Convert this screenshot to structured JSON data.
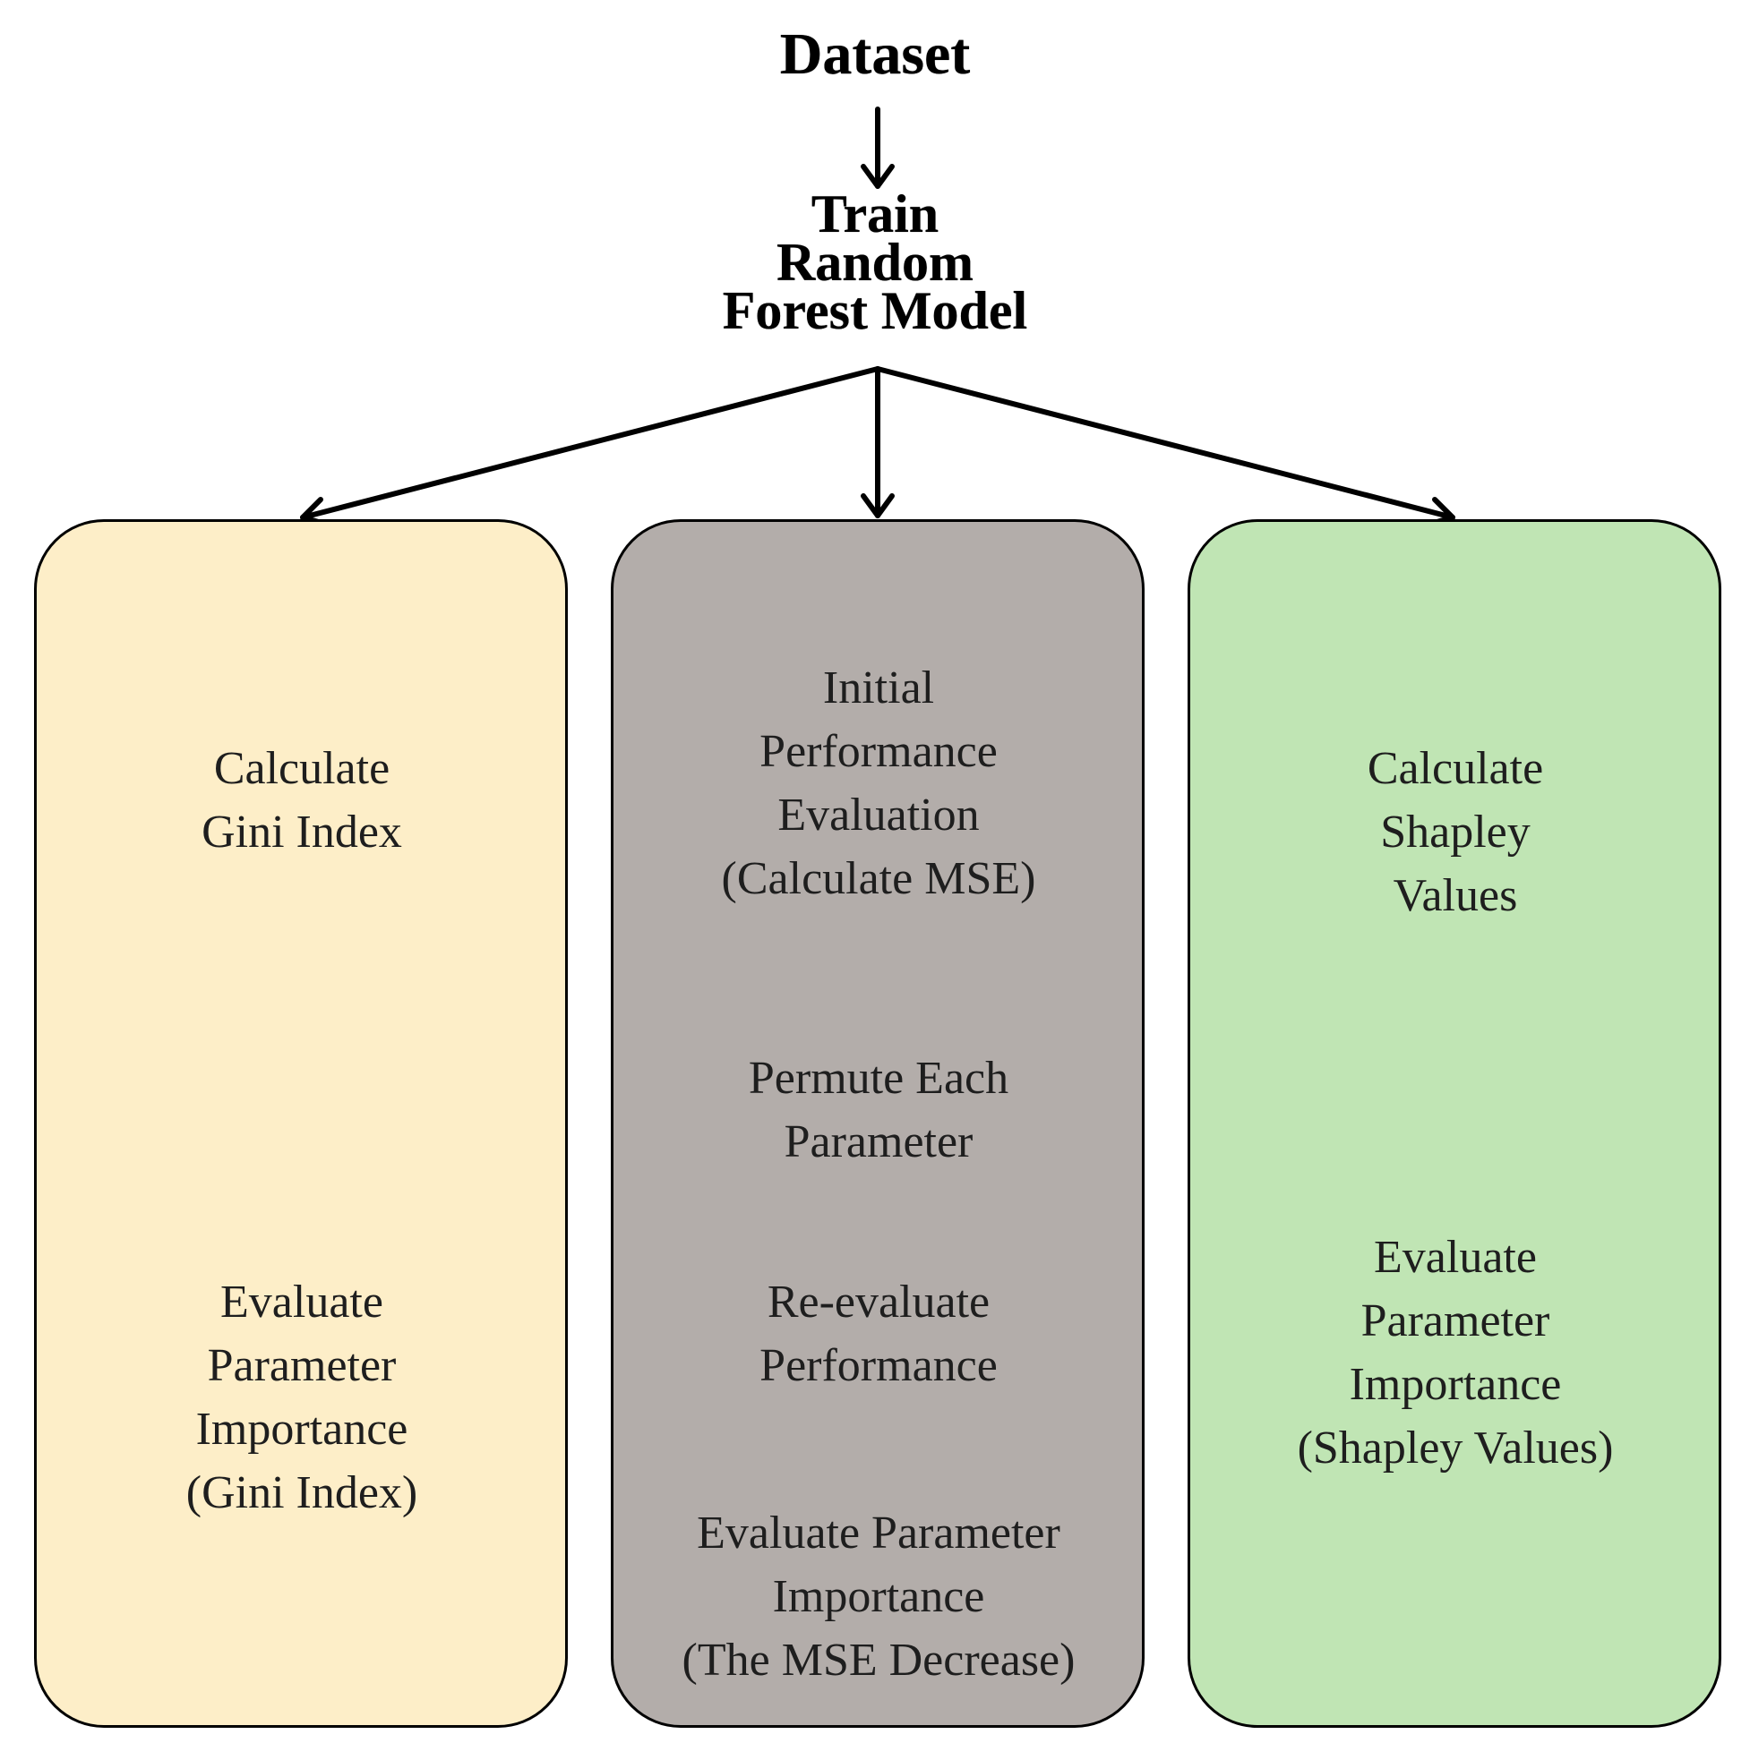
{
  "header": {
    "dataset_label": "Dataset",
    "model_lines": [
      "Train",
      "Random",
      "Forest Model"
    ]
  },
  "gini_box": {
    "step1_lines": [
      "Calculate",
      "Gini Index"
    ],
    "step2_lines": [
      "Evaluate",
      "Parameter",
      "Importance",
      "(Gini Index)"
    ],
    "fill_color": "#fdeec8"
  },
  "permutation_box": {
    "step1_lines": [
      "Initial",
      "Performance",
      "Evaluation",
      "(Calculate MSE)"
    ],
    "step2_lines": [
      "Permute Each",
      "Parameter"
    ],
    "step3_lines": [
      "Re-evaluate",
      "Performance"
    ],
    "step4_lines": [
      "Evaluate Parameter",
      "Importance",
      "(The MSE Decrease)"
    ],
    "fill_color": "#b3adaa"
  },
  "shapley_box": {
    "step1_lines": [
      "Calculate",
      "Shapley",
      "Values"
    ],
    "step2_lines": [
      "Evaluate",
      "Parameter",
      "Importance",
      "(Shapley Values)"
    ],
    "fill_color": "#c0e5b4"
  }
}
